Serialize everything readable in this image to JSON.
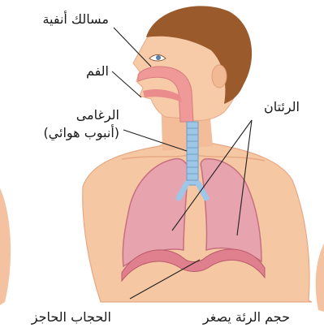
{
  "labels": {
    "nasal_passages": "مسالك أنفية",
    "mouth": "الفم",
    "trachea": "الرغامى",
    "trachea_note": "(أنبوب هوائي)",
    "lungs": "الرئتان",
    "diaphragm": "الحجاب الحاجز",
    "lung_volume": "حجم الرئة يصغر"
  },
  "colors": {
    "skin": "#f6c7a3",
    "skin_shadow": "#e7a985",
    "hair": "#9a5a2c",
    "lung": "#e7a3ae",
    "lung_edge": "#c66f80",
    "diaphragm": "#e07f8d",
    "airway": "#ef9a98",
    "trachea": "#9ec6e6",
    "leader_line": "#222222"
  }
}
